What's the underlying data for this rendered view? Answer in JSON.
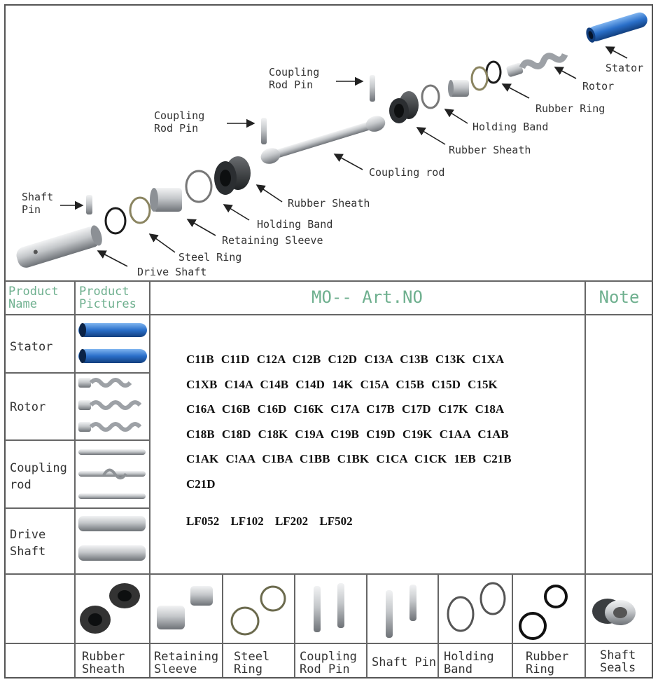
{
  "diagram": {
    "labels": {
      "stator": "Stator",
      "rotor": "Rotor",
      "rubber_ring": "Rubber Ring",
      "holding_band_top": "Holding Band",
      "rubber_sheath_top": "Rubber Sheath",
      "coupling_rod": "Coupling rod",
      "coupling_rod_pin_top": "Coupling\nRod Pin",
      "coupling_rod_pin_left": "Coupling\nRod Pin",
      "rubber_sheath_mid": "Rubber Sheath",
      "holding_band_mid": "Holding Band",
      "retaining_sleeve": "Retaining Sleeve",
      "steel_ring": "Steel Ring",
      "drive_shaft": "Drive Shaft",
      "shaft_pin": "Shaft\nPin"
    }
  },
  "table": {
    "headers": {
      "product_name": "Product\nName",
      "product_pictures": "Product\nPictures",
      "art_no": "MO-- Art.NO",
      "note": "Note"
    },
    "rows": {
      "stator": "Stator",
      "rotor": "Rotor",
      "coupling_rod": "Coupling\nrod",
      "drive_shaft": "Drive\nShaft"
    },
    "codes": [
      "C11B C11D C12A C12B C12D C13A C13B C13K C1XA",
      "C1XB C14A C14B C14D 14K C15A C15B C15D C15K",
      "C16A C16B C16D C16K C17A C17B C17D C17K C18A",
      "C18B C18D C18K C19A C19B C19D C19K C1AA C1AB",
      "C1AK C!AA C1BA C1BB C1BK C1CA C1CK 1EB C21B",
      "C21D"
    ],
    "lf_codes": "LF052  LF102  LF202  LF502"
  },
  "bottom": {
    "rubber_sheath": "Rubber\nSheath",
    "retaining_sleeve": "Retaining\nSleeve",
    "steel_ring": "Steel\nRing",
    "coupling_rod_pin": "Coupling\nRod Pin",
    "shaft_pin": "Shaft Pin",
    "holding_band": "Holding\nBand",
    "rubber_ring": "Rubber\nRing",
    "shaft_seals": "Shaft\nSeals"
  },
  "colors": {
    "header_green": "#6fb08f",
    "stator_blue": "#2a6fc9",
    "metal": "#b9bcc0"
  }
}
